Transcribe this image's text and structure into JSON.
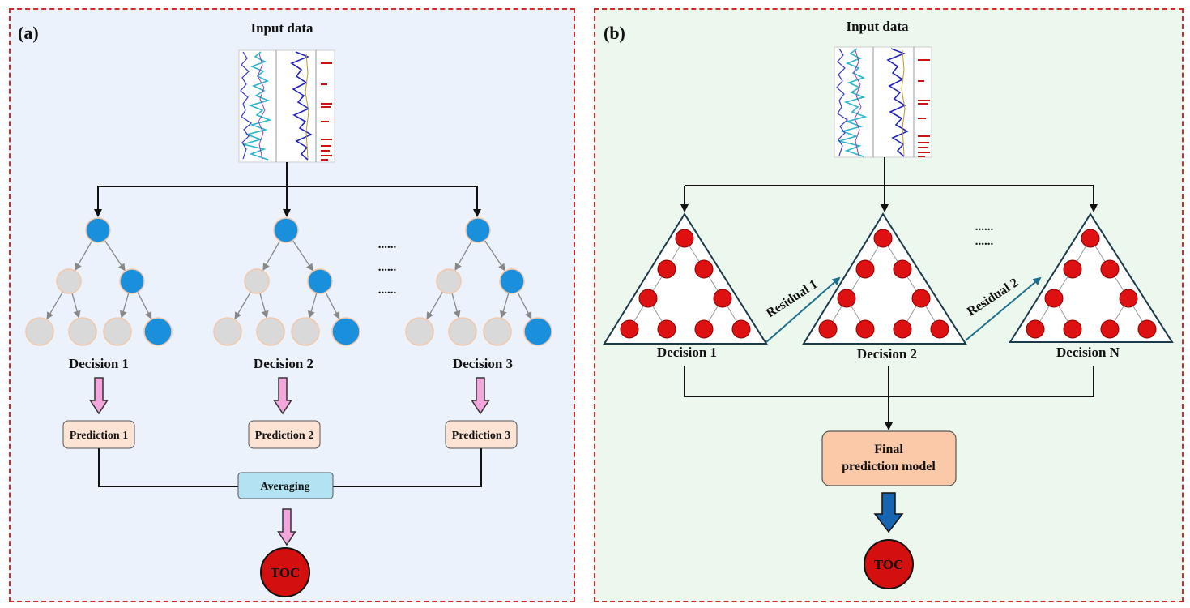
{
  "panel_a": {
    "label": "(a)",
    "title": "Input data",
    "decisions": [
      "Decision 1",
      "Decision 2",
      "Decision 3"
    ],
    "predictions": [
      "Prediction 1",
      "Prediction 2",
      "Prediction 3"
    ],
    "aggregator": "Averaging",
    "output": "TOC",
    "ellipsis": [
      "......",
      "......",
      "......"
    ],
    "colors": {
      "active_node": "#1a8fdc",
      "inactive_node": "#d9d9d9",
      "inactive_border": "#f4c7a8",
      "arrow": "#f2a6dc",
      "prediction_box": "#fde3d4",
      "averaging_box": "#b3e3f3",
      "output": "#d40f10"
    }
  },
  "panel_b": {
    "label": "(b)",
    "title": "Input data",
    "decisions": [
      "Decision 1",
      "Decision 2",
      "Decision N"
    ],
    "residuals": [
      "Residual 1",
      "Residual 2"
    ],
    "final_box": [
      "Final",
      "prediction model"
    ],
    "output": "TOC",
    "ellipsis": [
      "......",
      "......"
    ],
    "colors": {
      "node": "#dd1111",
      "arrow": "#1565b0",
      "final_box": "#fbc8a8",
      "residual_arrow": "#1e6f8c",
      "output": "#d40f10"
    }
  }
}
